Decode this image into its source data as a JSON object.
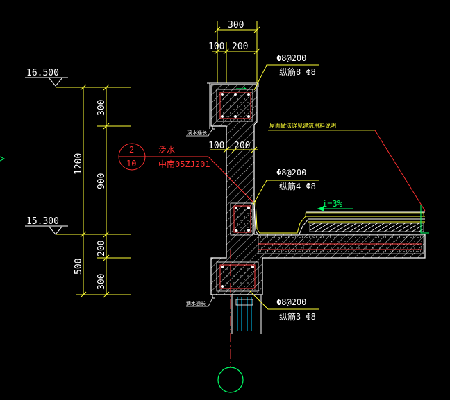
{
  "top_dims": {
    "overall": "300",
    "left": "100",
    "right": "200"
  },
  "mid_dims": {
    "left": "100",
    "right": "200"
  },
  "elevations": {
    "top": "16.500",
    "bottom": "15.300"
  },
  "vertical_dims": {
    "outer_upper": "1200",
    "outer_lower": "500",
    "inner_a": "300",
    "inner_b": "900",
    "inner_c": "200",
    "inner_d": "300"
  },
  "rebar": {
    "top_stirrup": "Φ8@200",
    "top_long": "纵筋8 Φ8",
    "mid_stirrup": "Φ8@200",
    "mid_long": "纵筋4 Φ8",
    "bot_stirrup": "Φ8@200",
    "bot_long": "纵筋3 Φ8"
  },
  "detail_ref": {
    "number": "2",
    "sheet": "10",
    "label": "泛水",
    "atlas": "中南05ZJ201"
  },
  "notes": {
    "drip_upper": "滴水通长",
    "drip_lower": "滴水通长",
    "roof_note": "屋面做法详见建筑用料说明"
  },
  "slope": "i=3%",
  "colors": {
    "background": "#000000",
    "dimension": "#ffff33",
    "text": "#ffffff",
    "concrete": "#ffffff",
    "rebar": "#ff4040",
    "reference": "#ff3030",
    "leader": "#ff3030",
    "slope_arrow": "#00ff66",
    "axis_bubble": "#00ff66",
    "roof_layer": "#ffff33"
  }
}
